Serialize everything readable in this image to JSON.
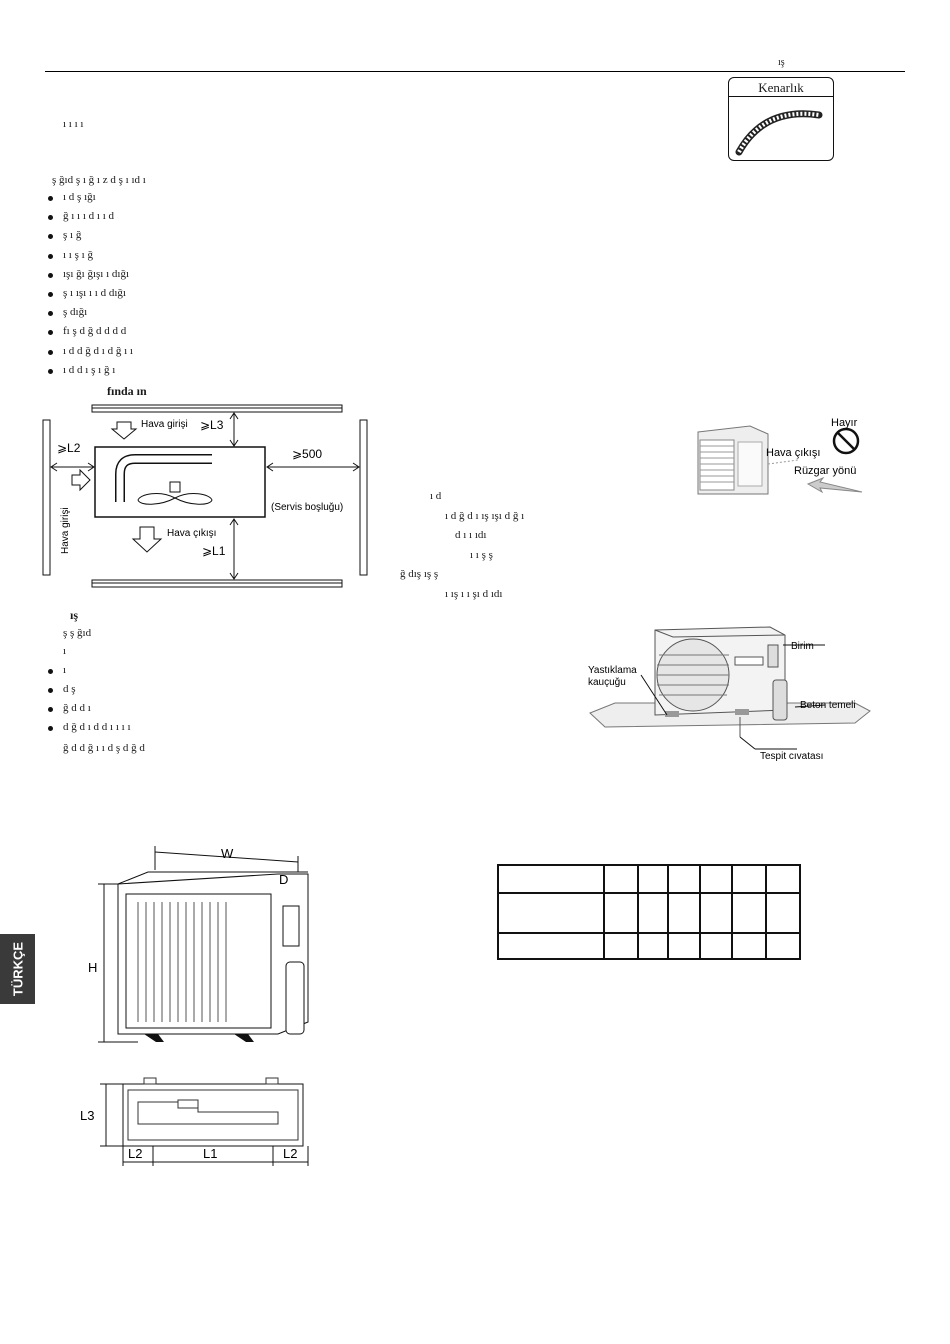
{
  "header": {
    "right_label": "ış"
  },
  "intro": {
    "line1": "ı   ı                               ı                 ı",
    "line2": "ş ğıd          ş      ı  ğ                                                                       ı z          d         ş                          ı ıd                  ı"
  },
  "edging_box": {
    "label": "Kenarlık"
  },
  "bullets": [
    "ı   d       ş ığı",
    "ğ    ı ı                ı  d      ı ı    d",
    "ş    ı            ğ",
    "ı                  ı          ş                  ı                  ğ",
    "ışı             ğı               ğışı  ı            dığı",
    "ş                   ı ışı       ı  ı  d                           dığı",
    "ş                                                                  dığı",
    "fı                 ş                                                                          d  ğ  d                              d                     d                              d",
    "ı    d                                  d  ğ            d      ı                     d                     ğ                       ı  ı",
    "ı     d        d          ı                                       ş         ı   ğ      ı"
  ],
  "clearance_title": "fında                    ın",
  "clearance_diagram": {
    "air_inlet_top": "Hava girişi",
    "l3": "⩾L3",
    "l2": "⩾L2",
    "gap_500": "⩾500",
    "service_space": "(Servis boşluğu)",
    "air_outlet": "Hava çıkışı",
    "l1": "⩾L1",
    "air_inlet_side": "Hava girişi"
  },
  "wind_figure": {
    "no_label": "Hayır",
    "air_outlet": "Hava çıkışı",
    "wind_direction": "Rüzgar yönü"
  },
  "wind_text": [
    "ı   d",
    "ı d  ğ    d      ı ış            ışı d    ğ                 ı",
    "d                                             ı    ı         ıdı",
    "ı ı     ş       ş",
    "ğ     dış                                            ış                              ş",
    "ı ış ı          ı                      şı         d                         ıdı"
  ],
  "install_section": {
    "title": "ış",
    "line1": "ş                                                                                ş ğıd",
    "line2": "ı",
    "bullets": [
      "ı",
      "d              ş",
      "ğ          d          d                ı",
      "d  ğ      d                                            ı            d          d          ı  ı                              ı  ı"
    ],
    "last_line": "ğ                          d           d    ğ          ı  ı  d                            ş                d  ğ                                   d"
  },
  "foundation_figure": {
    "unit": "Birim",
    "rubber": "Yastıklama",
    "rubber2": "kauçuğu",
    "concrete": "Beton temeli",
    "bolt": "Tespit cıvatası"
  },
  "dim_figure": {
    "w": "W",
    "d": "D",
    "h": "H",
    "l3": "L3",
    "l2_left": "L2",
    "l1": "L1",
    "l2_right": "L2"
  },
  "language_tab": "TÜRKÇE"
}
